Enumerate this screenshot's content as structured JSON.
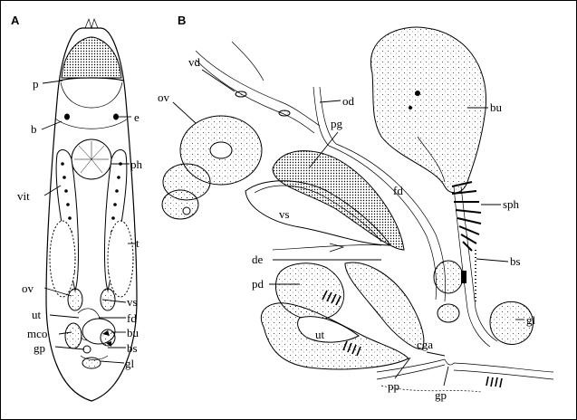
{
  "panels": {
    "left": "A",
    "right": "B"
  },
  "labels_a": {
    "p": "p",
    "e": "e",
    "b": "b",
    "ph": "ph",
    "vit": "vit",
    "t": "t",
    "ov": "ov",
    "vs": "vs",
    "ut": "ut",
    "fd": "fd",
    "mco": "mco",
    "bu": "bu",
    "gp": "gp",
    "bs": "bs",
    "gl": "gl"
  },
  "labels_b": {
    "vd": "vd",
    "od": "od",
    "ov": "ov",
    "bu": "bu",
    "pg": "pg",
    "fd": "fd",
    "vs": "vs",
    "sph": "sph",
    "de": "de",
    "bs": "bs",
    "pd": "pd",
    "gl": "gl",
    "ut": "ut",
    "cga": "cga",
    "pp": "pp",
    "gp": "gp"
  },
  "colors": {
    "ink": "#000000",
    "background": "#ffffff"
  }
}
